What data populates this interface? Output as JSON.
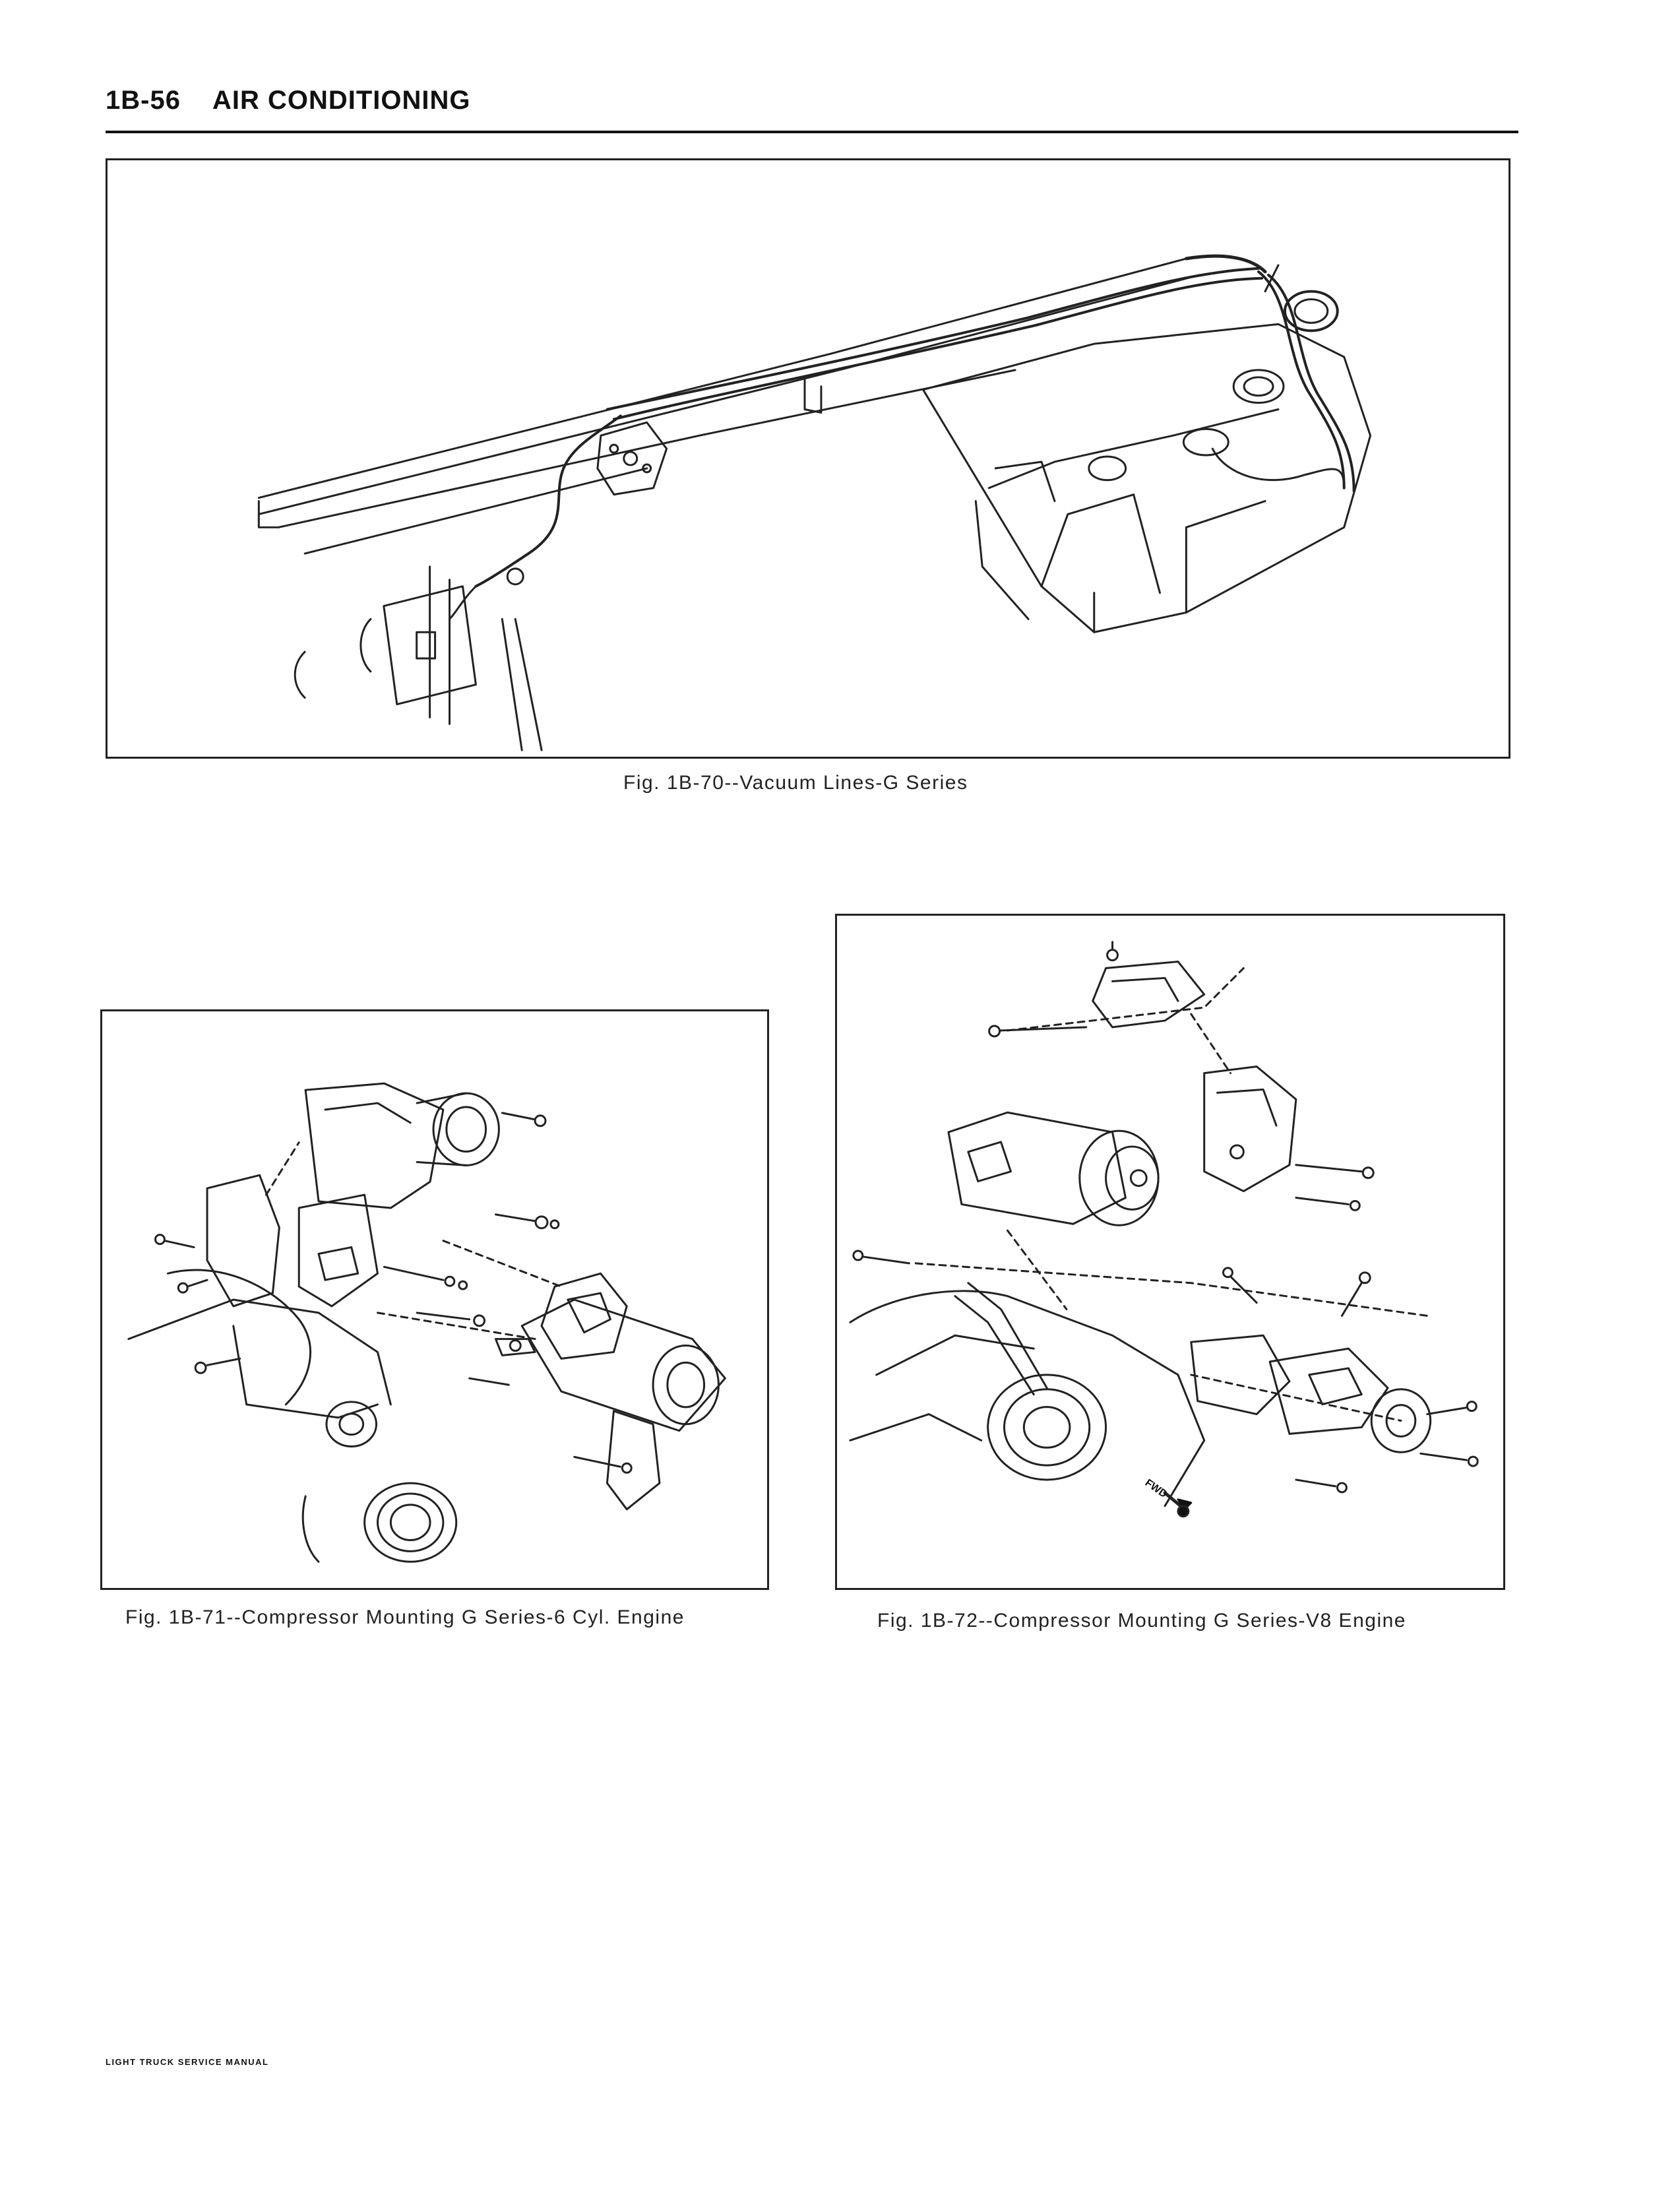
{
  "header": {
    "page_number": "1B-56",
    "section_title": "AIR CONDITIONING"
  },
  "figures": [
    {
      "caption": "Fig. 1B-70--Vacuum Lines-G Series",
      "subject": "vacuum-lines-illustration"
    },
    {
      "caption": "Fig. 1B-71--Compressor Mounting G Series-6 Cyl. Engine",
      "subject": "compressor-mounting-6cyl-illustration"
    },
    {
      "caption": "Fig. 1B-72--Compressor Mounting G Series-V8 Engine",
      "subject": "compressor-mounting-v8-illustration",
      "direction_label": "FWD"
    }
  ],
  "footer": {
    "manual_title": "LIGHT TRUCK SERVICE MANUAL"
  }
}
